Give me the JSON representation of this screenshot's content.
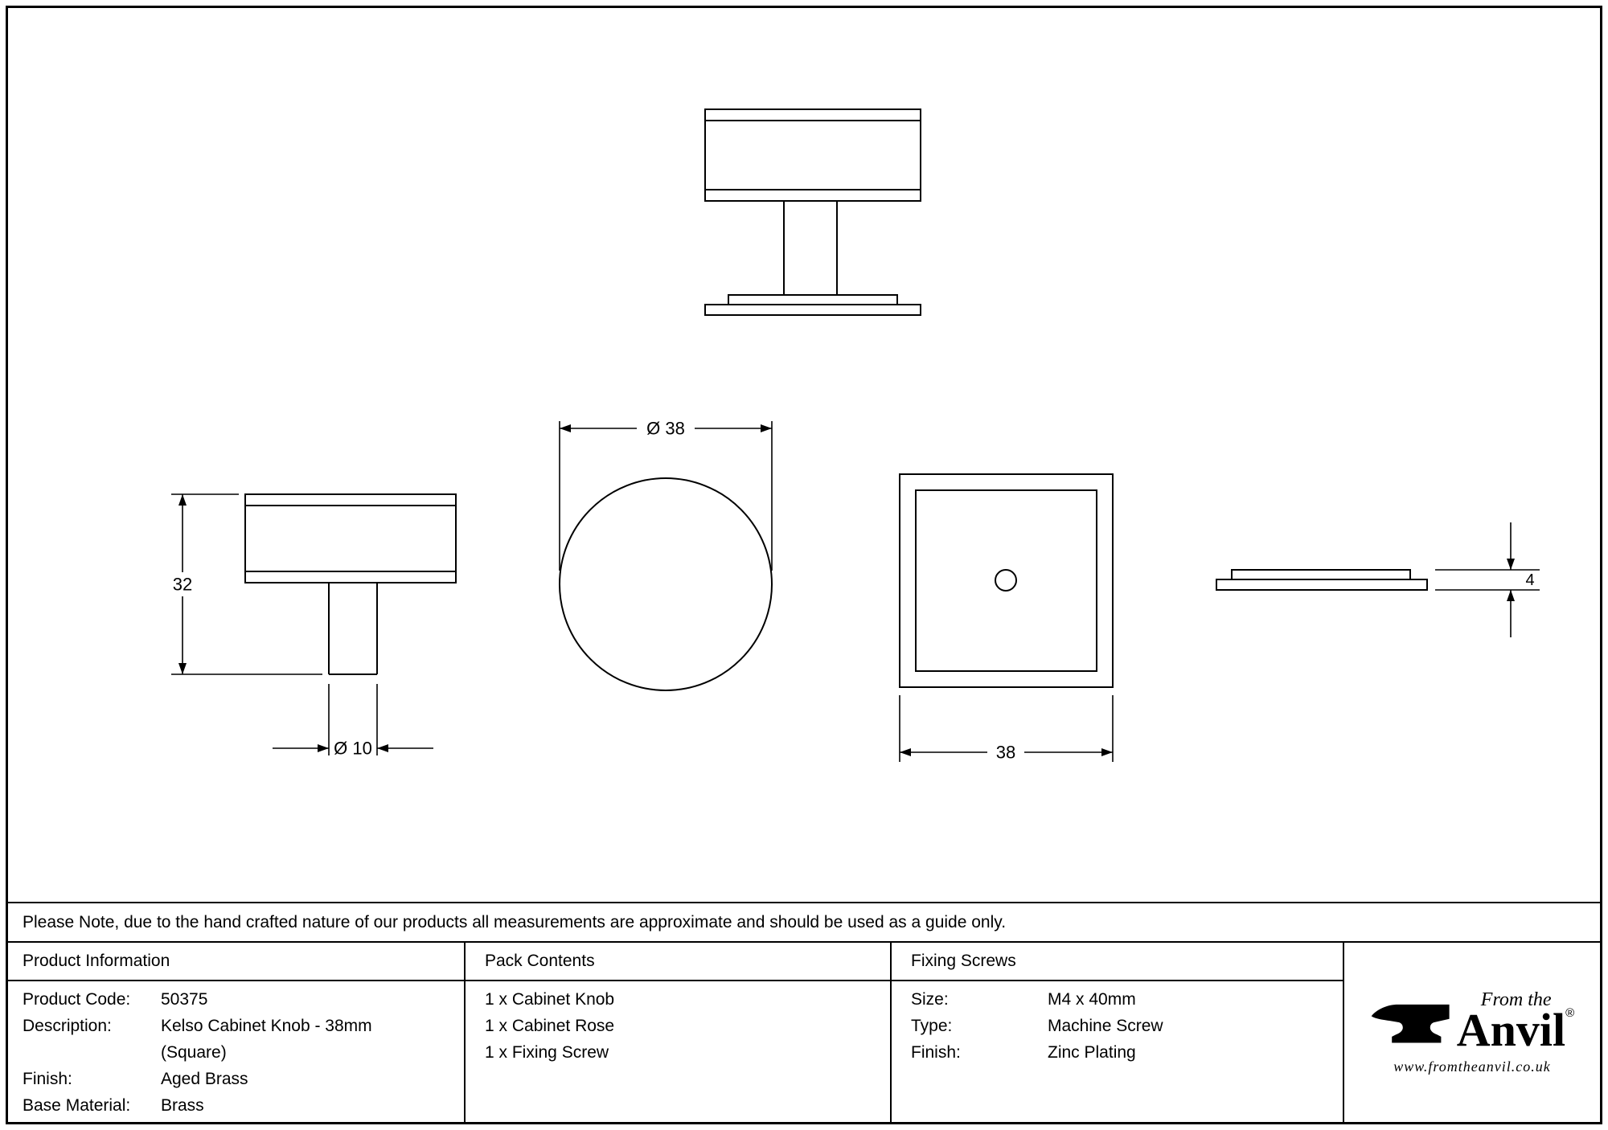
{
  "page": {
    "note": "Please Note, due to the hand crafted nature of our products all measurements are approximate and should be used as a guide only."
  },
  "drawings": {
    "dim_height": "32",
    "dim_stem_diameter": "Ø 10",
    "dim_knob_diameter": "Ø 38",
    "dim_rose_width": "38",
    "dim_rose_thickness": "4"
  },
  "table": {
    "product_information": {
      "header": "Product Information",
      "rows": [
        {
          "label": "Product Code:",
          "value": "50375"
        },
        {
          "label": "Description:",
          "value": "Kelso Cabinet Knob - 38mm (Square)"
        },
        {
          "label": "Finish:",
          "value": "Aged Brass"
        },
        {
          "label": "Base Material:",
          "value": "Brass"
        }
      ]
    },
    "pack_contents": {
      "header": "Pack Contents",
      "items": [
        "1 x Cabinet Knob",
        "1 x Cabinet Rose",
        "1 x Fixing Screw"
      ]
    },
    "fixing_screws": {
      "header": "Fixing Screws",
      "rows": [
        {
          "label": "Size:",
          "value": "M4 x 40mm"
        },
        {
          "label": "Type:",
          "value": "Machine Screw"
        },
        {
          "label": "Finish:",
          "value": "Zinc Plating"
        }
      ]
    }
  },
  "logo": {
    "from_the": "From the",
    "brand": "Anvil",
    "registered": "®",
    "website": "www.fromtheanvil.co.uk"
  },
  "colors": {
    "line": "#000000",
    "background": "#ffffff"
  }
}
